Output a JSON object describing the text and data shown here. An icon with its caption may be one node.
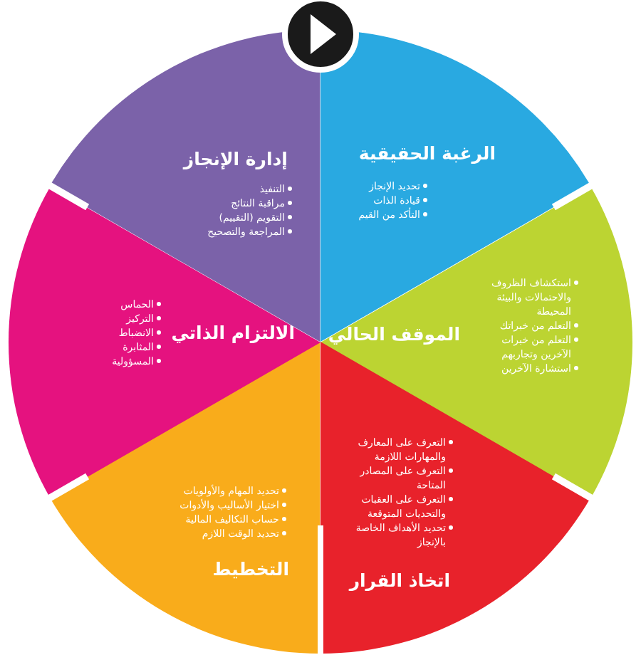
{
  "diagram": {
    "nodes": [
      {
        "text": [
          "الرغبة الحقيقية",
          "تحديد الإنجاز",
          "قيادة الذات",
          "التأكد من القيم"
        ]
      },
      {
        "text": [
          "الموقف الحالي",
          "استكشاف الظروف والاحتمالات والبيئة المحيطة",
          "التعلم من خبراتك",
          "التعلم من خبرات الآخرين وتجاربهم",
          "استشارة الآخرين"
        ]
      },
      {
        "text": [
          "التعرف على المعارف والمهارات اللازمة",
          "التعرف على المصادر المتاحة",
          "التعرف على العقبات والتحديات المتوقعة",
          "تحديد الأهداف الخاصة بالإنجاز",
          "اتخاذ القرار"
        ]
      },
      {
        "text": [
          "تحديد المهام والأولويات",
          "اختيار الأساليب والأدوات",
          "حساب التكاليف المالية",
          "تحديد الوقت اللازم",
          "التخطيط"
        ]
      },
      {
        "text": [
          "الالتزام الذاتي",
          "الحماس",
          "التركيز",
          "الانضباط",
          "المثابرة",
          "المسؤولية"
        ]
      },
      {
        "text": [
          "إدارة الإنجاز",
          "التنفيذ",
          "مراقبة النتائج",
          "التقويم (التقييم)",
          "المراجعة والتصحيح"
        ]
      }
    ]
  }
}
